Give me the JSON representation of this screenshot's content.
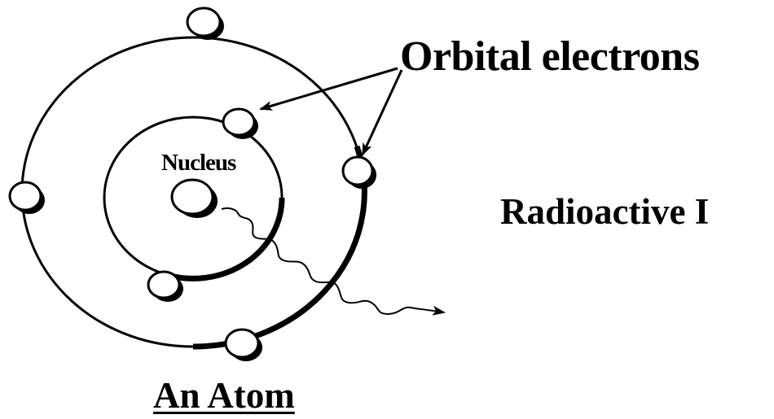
{
  "diagram": {
    "nucleus_label": "Nucleus",
    "orbital_label": "Orbital electrons",
    "radioactive_label": "Radioactive I",
    "caption": "An Atom"
  },
  "colors": {
    "ink": "#000000",
    "background": "#ffffff"
  },
  "icons": {
    "nucleus": "circle",
    "electron": "circle",
    "arrow": "arrowhead",
    "emission": "wavy-arrow"
  }
}
